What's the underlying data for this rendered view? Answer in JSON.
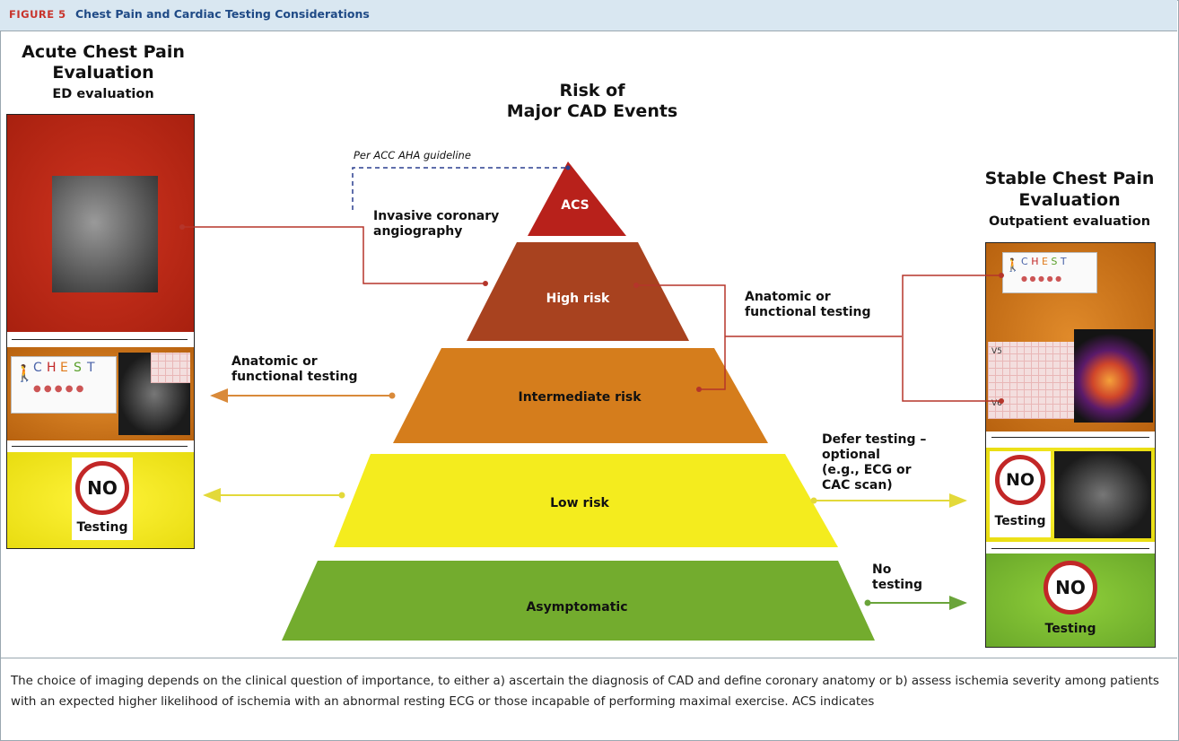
{
  "header": {
    "figure_label": "FIGURE 5",
    "title": "Chest Pain and Cardiac Testing Considerations"
  },
  "left": {
    "title_line1": "Acute Chest Pain",
    "title_line2": "Evaluation",
    "subtitle": "ED evaluation",
    "no_label": "NO",
    "testing_label": "Testing",
    "chest_letters": [
      "C",
      "H",
      "E",
      "S",
      "T"
    ]
  },
  "center": {
    "title_line1": "Risk of",
    "title_line2": "Major CAD Events",
    "tiers": [
      {
        "label": "ACS",
        "color": "#b8211b"
      },
      {
        "label": "High risk",
        "color": "#a8421f"
      },
      {
        "label": "Intermediate risk",
        "color": "#d57d1c"
      },
      {
        "label": "Low risk",
        "color": "#f4ec1e"
      },
      {
        "label": "Asymptomatic",
        "color": "#73ac2e"
      }
    ],
    "guideline_note": "Per ACC AHA guideline"
  },
  "right": {
    "title_line1": "Stable Chest Pain",
    "title_line2": "Evaluation",
    "subtitle": "Outpatient evaluation",
    "no_label": "NO",
    "testing_label": "Testing",
    "ecg_lead1": "V5",
    "ecg_lead2": "V6"
  },
  "connectors": {
    "invasive_line1": "Invasive coronary",
    "invasive_line2": "angiography",
    "anatomic_left_line1": "Anatomic or",
    "anatomic_left_line2": "functional testing",
    "anatomic_right_line1": "Anatomic or",
    "anatomic_right_line2": "functional testing",
    "defer_lines": [
      "Defer testing –",
      "optional",
      "(e.g., ECG or",
      "CAC scan)"
    ],
    "no_testing_line1": "No",
    "no_testing_line2": "testing"
  },
  "colors": {
    "connector_red": "#b5352a",
    "connector_orange": "#d98a3a",
    "connector_yellow": "#e3d93a",
    "connector_green": "#6aa43a",
    "dashed_blue": "#2a3f8f"
  },
  "caption": "The choice of imaging depends on the clinical question of importance, to either a) ascertain the diagnosis of CAD and define coronary anatomy or b) assess ischemia severity among patients with an expected higher likelihood of ischemia with an abnormal resting ECG or those incapable of performing maximal exercise. ACS indicates"
}
